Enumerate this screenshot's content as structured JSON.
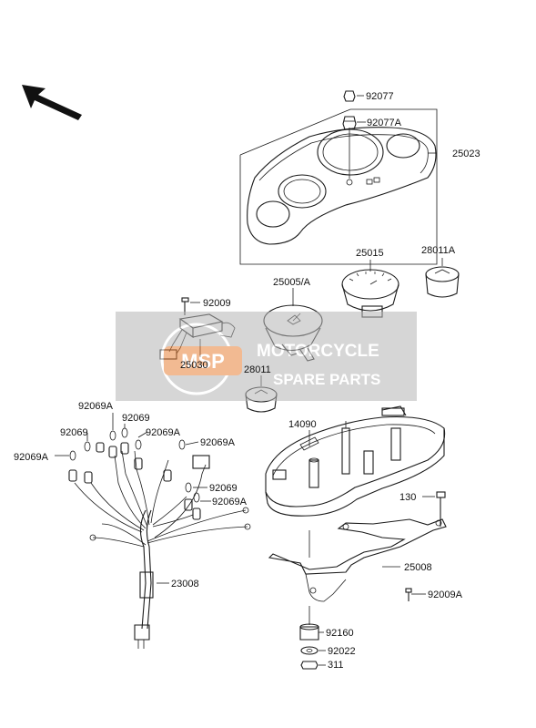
{
  "diagram": {
    "labels": {
      "p92077": "92077",
      "p92077A": "92077A",
      "p25023": "25023",
      "p25015": "25015",
      "p28011A": "28011A",
      "p25005A": "25005/A",
      "p92009_top": "92009",
      "p25030": "25030",
      "p28011": "28011",
      "p14090": "14090",
      "p92069A_1": "92069A",
      "p92069_1": "92069",
      "p92069_2": "92069",
      "p92069A_2": "92069A",
      "p92069A_3": "92069A",
      "p92069A_4": "92069A",
      "p92069_3": "92069",
      "p92069A_5": "92069A",
      "p130": "130",
      "p23008": "23008",
      "p25008": "25008",
      "p92009A": "92009A",
      "p92160": "92160",
      "p92022": "92022",
      "p311": "311"
    },
    "watermark": {
      "logo": "MSP",
      "line1": "MOTORCYCLE",
      "line2": "SPARE PARTS"
    },
    "colors": {
      "line": "#1a1a1a",
      "watermark_band": "#b5b5b5",
      "watermark_logo": "#e8823a"
    },
    "icons": {
      "front_arrow": "arrow-icon"
    }
  }
}
